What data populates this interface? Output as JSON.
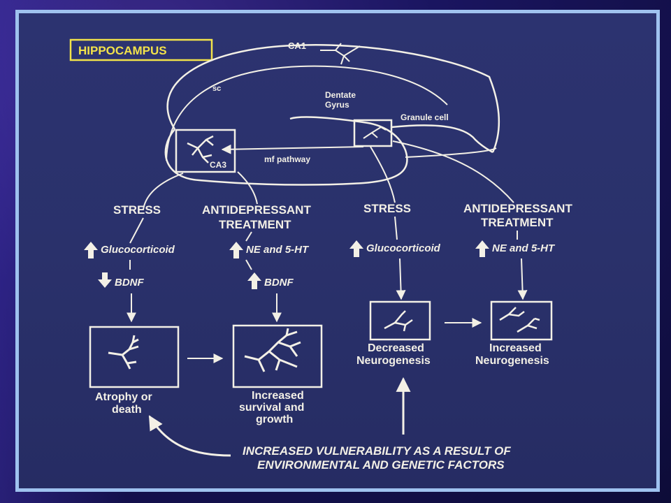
{
  "title": "HIPPOCAMPUS",
  "regions": {
    "ca1": "CA1",
    "sc": "sc",
    "dentate_line1": "Dentate",
    "dentate_line2": "Gyrus",
    "granule": "Granule cell",
    "ca3": "CA3",
    "mf": "mf pathway"
  },
  "left_branch": {
    "stress": "STRESS",
    "antidep_line1": "ANTIDEPRESSANT",
    "antidep_line2": "TREATMENT",
    "glucocorticoid": "Glucocorticoid",
    "ne_5ht": "NE and 5-HT",
    "bdnf_down": "BDNF",
    "bdnf_up": "BDNF",
    "outcome_bad_line1": "Atrophy or",
    "outcome_bad_line2": "death",
    "outcome_good_line1": "Increased",
    "outcome_good_line2": "survival and",
    "outcome_good_line3": "growth"
  },
  "right_branch": {
    "stress": "STRESS",
    "antidep_line1": "ANTIDEPRESSANT",
    "antidep_line2": "TREATMENT",
    "glucocorticoid": "Glucocorticoid",
    "ne_5ht": "NE and 5-HT",
    "outcome_bad_line1": "Decreased",
    "outcome_bad_line2": "Neurogenesis",
    "outcome_good_line1": "Increased",
    "outcome_good_line2": "Neurogenesis"
  },
  "footer_line1": "INCREASED VULNERABILITY AS A RESULT OF",
  "footer_line2": "ENVIRONMENTAL AND GENETIC FACTORS",
  "colors": {
    "title": "#f2e24a",
    "ink": "#f3f0e6",
    "frame": "#9fc2ef",
    "panel": "#2a316b"
  }
}
